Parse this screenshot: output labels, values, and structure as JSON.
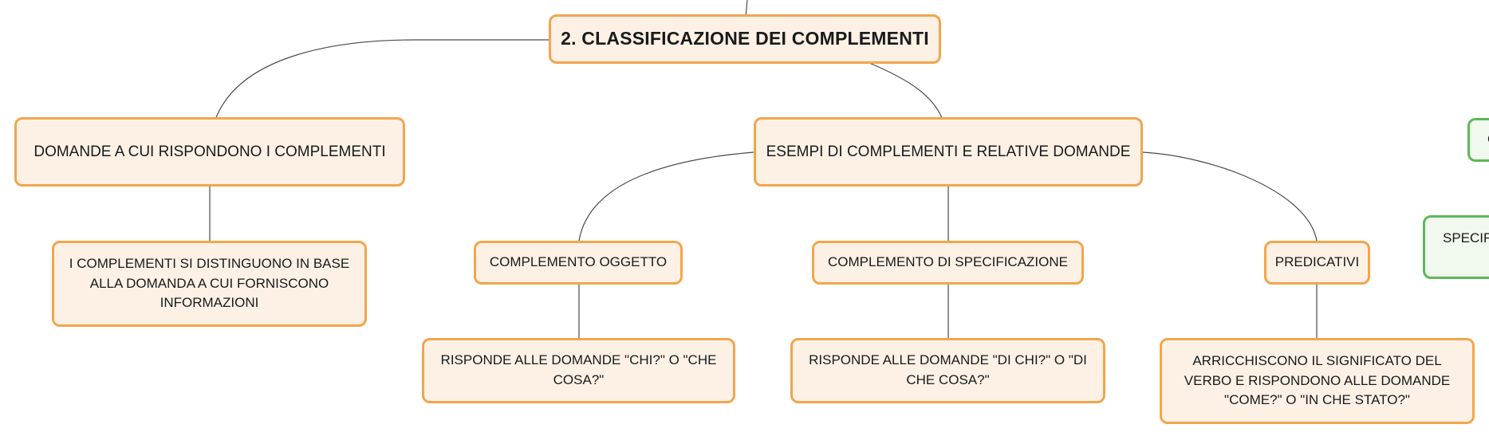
{
  "map": {
    "root": "2. CLASSIFICAZIONE DEI COMPLEMENTI",
    "domande": {
      "title": "DOMANDE A CUI RISPONDONO I COMPLEMENTI",
      "detail": "I COMPLEMENTI SI DISTINGUONO IN BASE ALLA DOMANDA A CUI FORNISCONO INFORMAZIONI"
    },
    "esempi": {
      "title": "ESEMPI DI COMPLEMENTI E RELATIVE DOMANDE",
      "oggetto": {
        "label": "COMPLEMENTO OGGETTO",
        "detail": "RISPONDE ALLE DOMANDE \"CHI?\" O \"CHE COSA?\""
      },
      "specificazione": {
        "label": "COMPLEMENTO DI SPECIFICAZIONE",
        "detail": "RISPONDE ALLE DOMANDE \"DI CHI?\" O \"DI CHE COSA?\""
      },
      "predicativi": {
        "label": "PREDICATIVI",
        "detail": "ARRICCHISCONO IL SIGNIFICATO DEL VERBO E RISPONDONO ALLE DOMANDE \"COME?\" O \"IN CHE STATO?\""
      }
    },
    "offscreen": {
      "green_top": "C",
      "green_bottom": "SPECIF"
    }
  },
  "colors": {
    "node_fill": "#fdf1e6",
    "node_border": "#f2a54c",
    "green_fill": "#f1f8ee",
    "green_border": "#5cb85c",
    "connector": "#4a4a4a"
  }
}
